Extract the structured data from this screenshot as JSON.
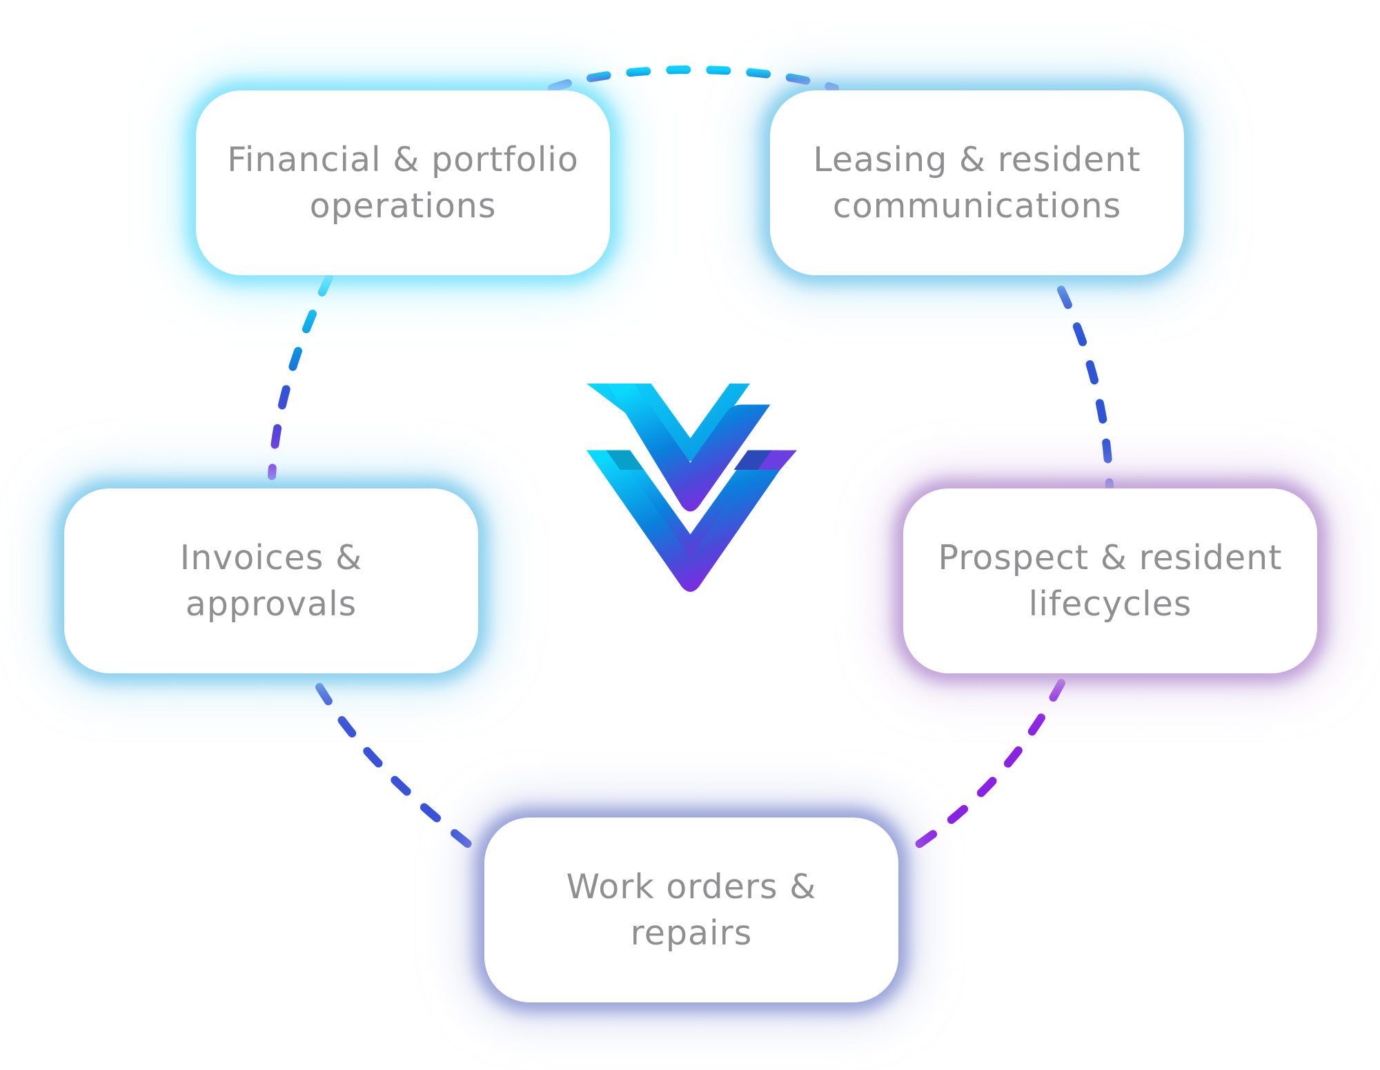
{
  "diagram": {
    "type": "cycle",
    "center_logo": "v-chevron-logo",
    "nodes": [
      {
        "id": "financial",
        "line1": "Financial & portfolio",
        "line2": "operations",
        "glow": "#7fe3fa"
      },
      {
        "id": "leasing",
        "line1": "Leasing & resident",
        "line2": "communications",
        "glow": "#8ccdee"
      },
      {
        "id": "prospect",
        "line1": "Prospect & resident",
        "line2": "lifecycles",
        "glow": "#c0a2d8"
      },
      {
        "id": "work",
        "line1": "Work orders &",
        "line2": "repairs",
        "glow": "#98a0d6"
      },
      {
        "id": "invoices",
        "line1": "Invoices &",
        "line2": "approvals",
        "glow": "#86cdee"
      }
    ],
    "connector_gradient": [
      "#0fd0fb",
      "#0a8fe0",
      "#2a5ad8",
      "#5a3fe0",
      "#9a1fe6"
    ]
  }
}
